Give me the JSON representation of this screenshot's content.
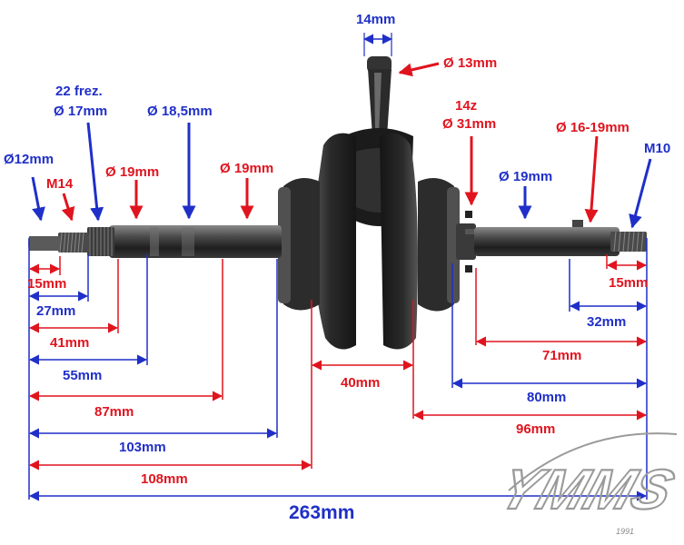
{
  "colors": {
    "blue": "#1f2fc8",
    "red": "#e0141e",
    "dim": "#1f2fc8",
    "redline": "#e0141e",
    "metal_dark": "#2e2e2e",
    "metal_mid": "#5a5a5a",
    "logo": "#9a9a9a"
  },
  "callouts": {
    "d12": "Ø12mm",
    "m14": "M14",
    "frez_line1": "22 frez.",
    "frez_line2": "Ø 17mm",
    "d18_5": "Ø 18,5mm",
    "d19_a": "Ø 19mm",
    "d19_b": "Ø 19mm",
    "rod_width": "14mm",
    "rod_d13": "Ø 13mm",
    "gear_line1": "14z",
    "gear_line2": "Ø 31mm",
    "d16_19": "Ø 16-19mm",
    "d19_c": "Ø 19mm",
    "m10": "M10"
  },
  "dimensions": {
    "l15": "15mm",
    "l27": "27mm",
    "l41": "41mm",
    "l55": "55mm",
    "l87": "87mm",
    "l103": "103mm",
    "l108": "108mm",
    "l40": "40mm",
    "r15": "15mm",
    "r32": "32mm",
    "r71": "71mm",
    "r80": "80mm",
    "r96": "96mm",
    "total": "263mm"
  },
  "logo": {
    "text": "YMMS",
    "year": "1991"
  }
}
